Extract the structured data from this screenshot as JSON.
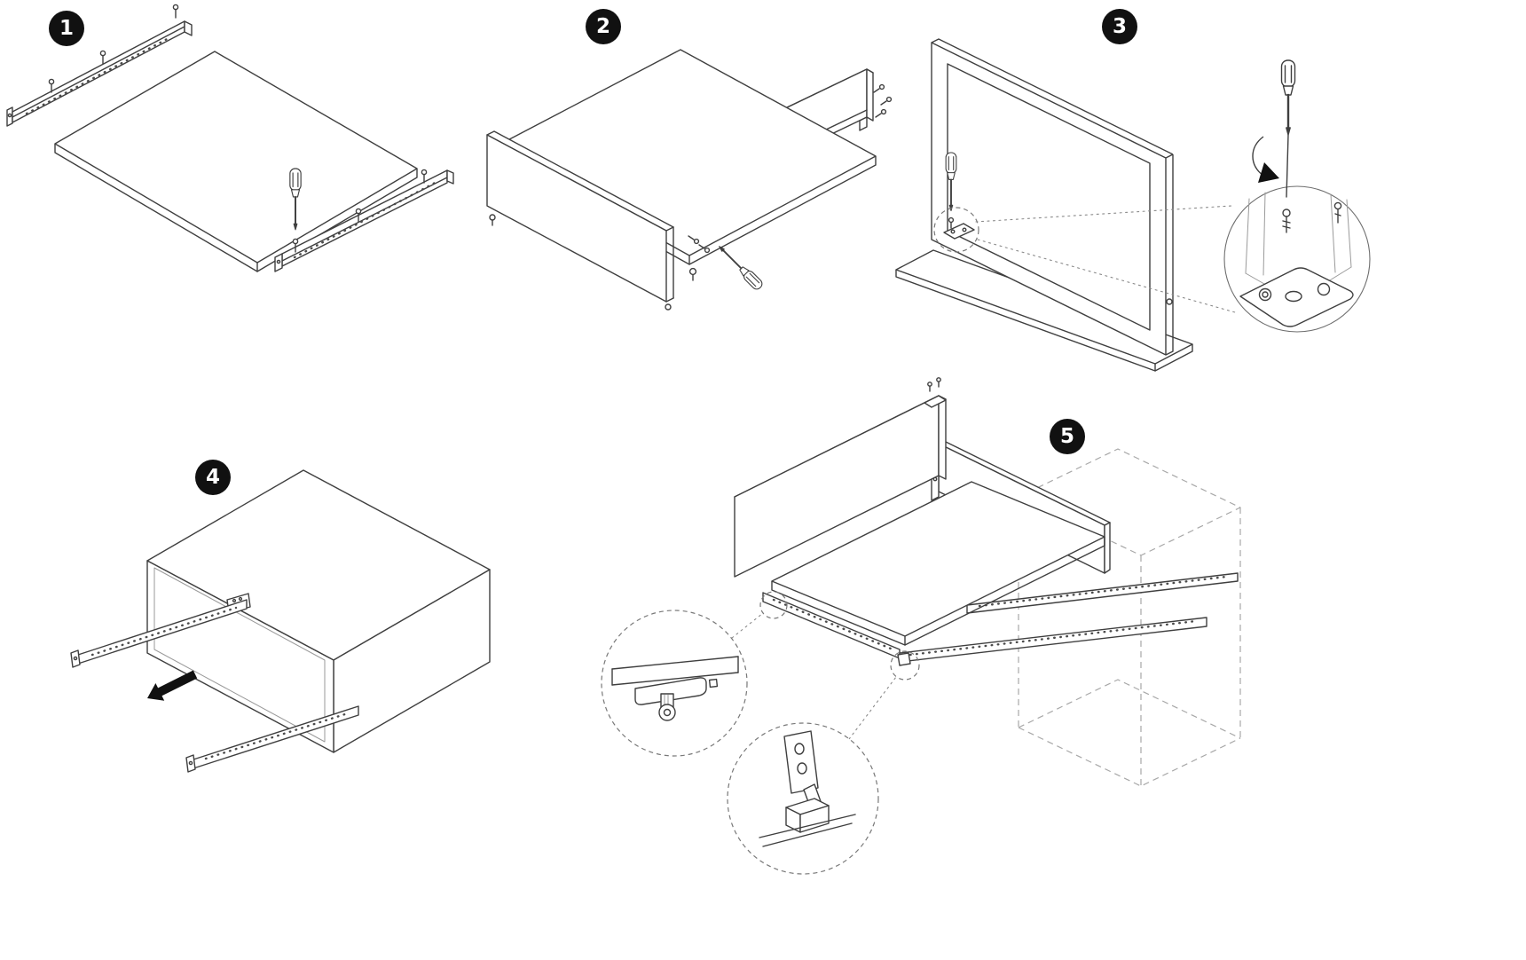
{
  "figure_title": "",
  "steps": [
    {
      "number": "1"
    },
    {
      "number": "2"
    },
    {
      "number": "3"
    },
    {
      "number": "4"
    },
    {
      "number": "5"
    }
  ],
  "colors": {
    "background": "#ffffff",
    "line": "#3f3f3f",
    "badge_background": "#111111",
    "badge_text": "#ffffff",
    "ghost_outline": "#a8a8a8"
  },
  "icons": [
    {
      "name": "screwdriver-icon"
    },
    {
      "name": "screw-icon"
    },
    {
      "name": "direction-arrow-icon"
    },
    {
      "name": "rotation-arrow-icon"
    },
    {
      "name": "detail-circle"
    }
  ]
}
